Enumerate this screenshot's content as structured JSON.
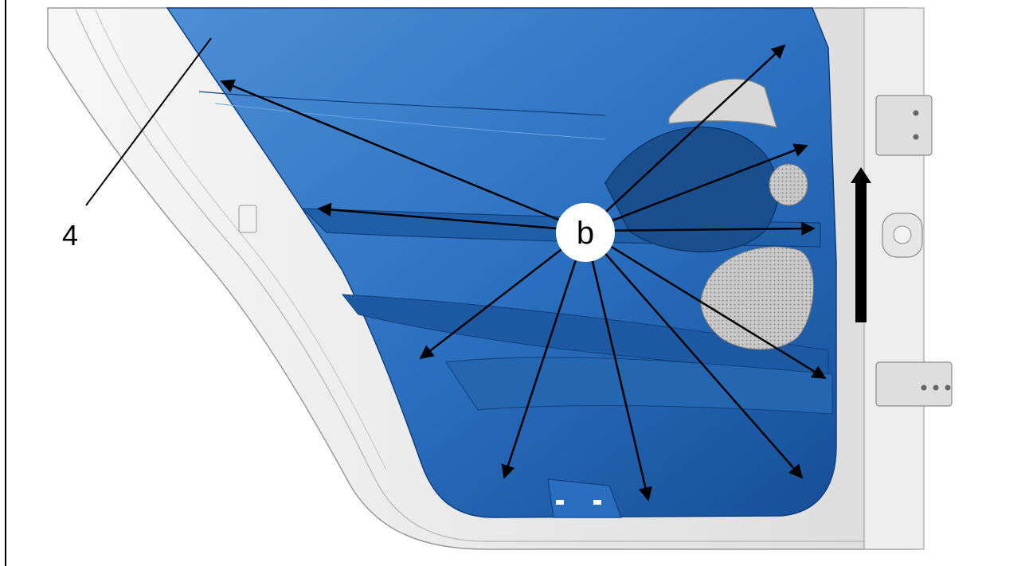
{
  "diagram": {
    "callouts": {
      "part_number": "4",
      "fastener_letter": "b"
    },
    "colors": {
      "panel_blue": "#2a6fbf",
      "panel_blue_dark": "#164e97",
      "panel_blue_light": "#4d8fd6",
      "door_frame": "#e9e9e9",
      "outline": "#9a9a9a",
      "arrow": "#000000"
    },
    "direction_arrow": "up"
  }
}
